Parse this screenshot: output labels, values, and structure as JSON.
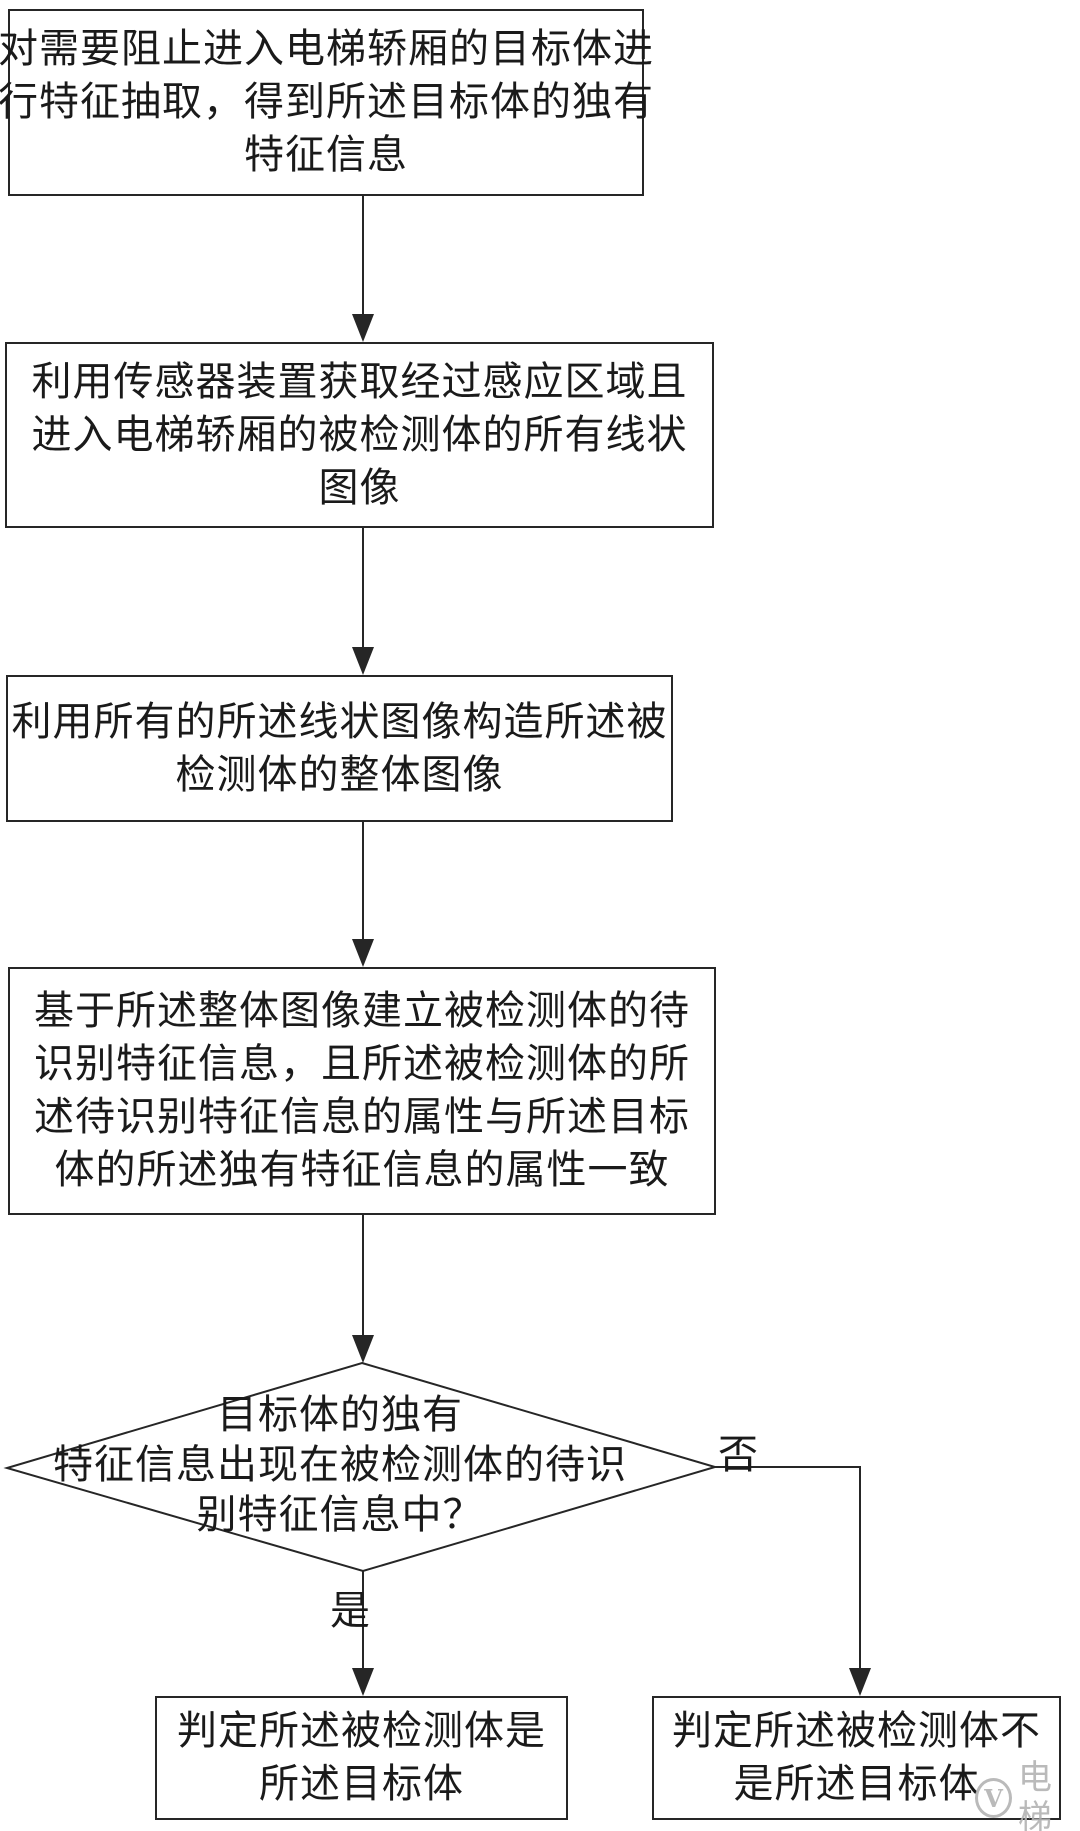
{
  "flowchart": {
    "colors": {
      "line": "#262626",
      "text": "#1a1a1a",
      "background": "#ffffff",
      "watermark": "#b3b3b3"
    },
    "process_steps": [
      {
        "lines": [
          "对需要阻止进入电梯轿厢的目标体进",
          "行特征抽取，得到所述目标体的独有",
          "特征信息"
        ]
      },
      {
        "lines": [
          "利用传感器装置获取经过感应区域且",
          "进入电梯轿厢的被检测体的所有线状",
          "图像"
        ]
      },
      {
        "lines": [
          "利用所有的所述线状图像构造所述被",
          "检测体的整体图像"
        ]
      },
      {
        "lines": [
          "基于所述整体图像建立被检测体的待",
          "识别特征信息，且所述被检测体的所",
          "述待识别特征信息的属性与所述目标",
          "体的所述独有特征信息的属性一致"
        ]
      }
    ],
    "decision": {
      "lines": [
        "目标体的独有",
        "特征信息出现在被检测体的待识",
        "别特征信息中？"
      ]
    },
    "branches": {
      "yes_label": "是",
      "no_label": "否"
    },
    "results": {
      "yes": {
        "lines": [
          "判定所述被检测体是",
          "所述目标体"
        ]
      },
      "no": {
        "lines": [
          "判定所述被检测体不",
          "是所述目标体"
        ]
      }
    },
    "watermark": {
      "icon": "chat-bubble-v-logo",
      "text": "电梯"
    }
  }
}
